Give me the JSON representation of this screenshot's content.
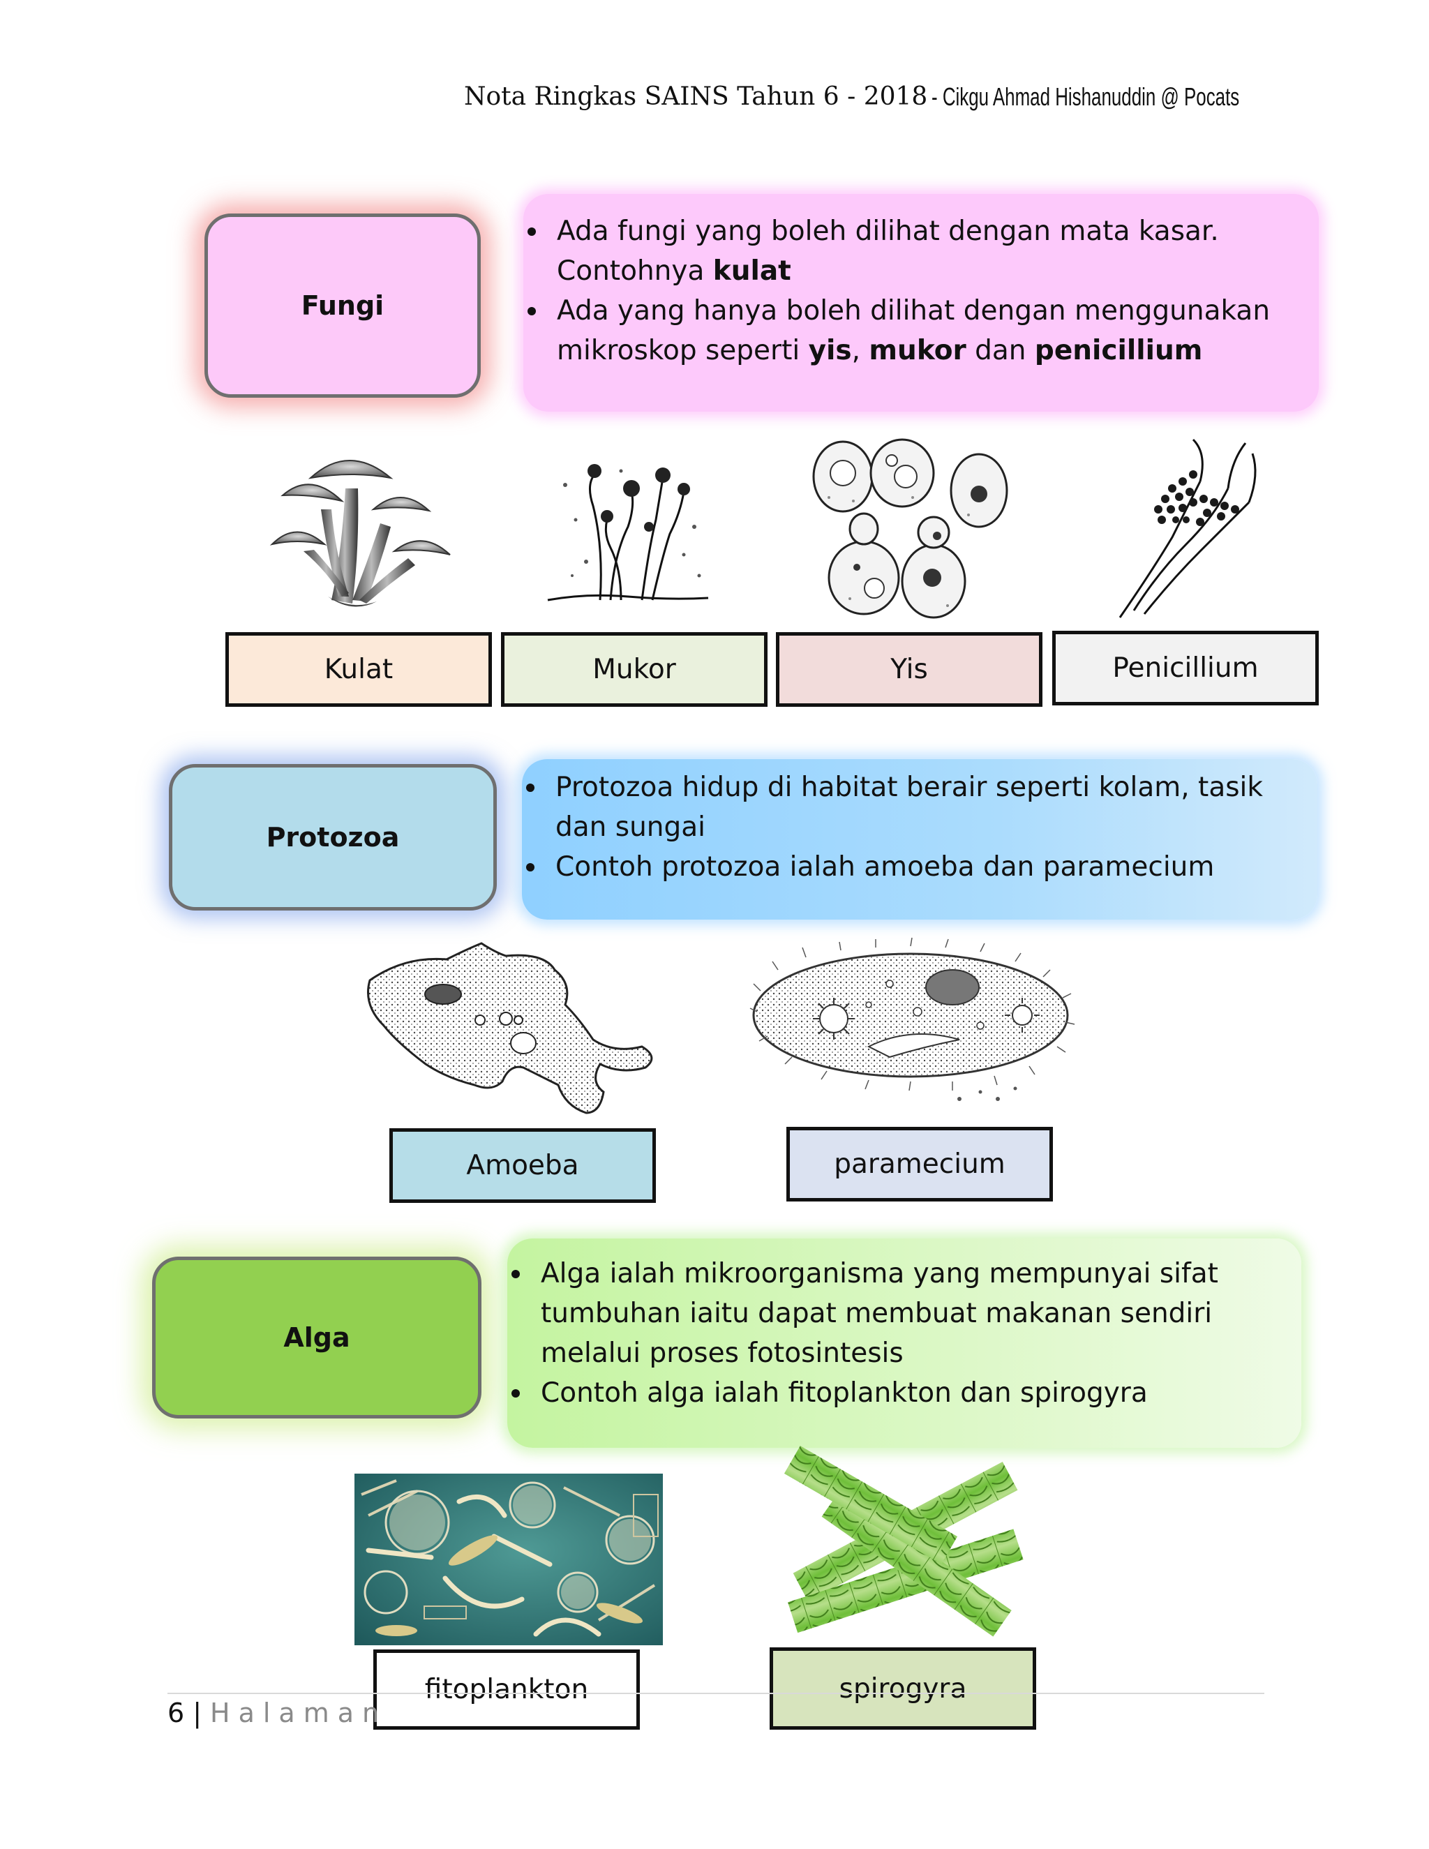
{
  "header": {
    "title": "Nota Ringkas SAINS Tahun 6 - 2018",
    "author": "- Cikgu Ahmad Hishanuddin @ Pocats"
  },
  "sections": {
    "fungi": {
      "title": "Fungi",
      "bullets": [
        [
          "Ada fungi  yang boleh dilihat dengan mata kasar. Contohnya ",
          "kulat",
          ""
        ],
        [
          "Ada yang hanya boleh dilihat dengan menggunakan mikroskop seperti ",
          "yis",
          ", ",
          "mukor",
          " dan ",
          "penicillium"
        ]
      ],
      "labels": [
        "Kulat",
        "Mukor",
        "Yis",
        "Penicillium"
      ],
      "label_colors": [
        "#fce9d9",
        "#eaf1dd",
        "#f2dcdb",
        "#f2f2f2"
      ]
    },
    "protozoa": {
      "title": "Protozoa",
      "bullets": [
        "Protozoa hidup di habitat berair seperti kolam, tasik dan sungai",
        "Contoh protozoa ialah amoeba dan paramecium"
      ],
      "labels": [
        "Amoeba",
        "paramecium"
      ],
      "label_colors": [
        "#b6dde8",
        "#dbe2f1"
      ]
    },
    "alga": {
      "title": "Alga",
      "bullets": [
        "Alga ialah mikroorganisma yang mempunyai sifat tumbuhan iaitu dapat membuat makanan sendiri melalui proses fotosintesis",
        "Contoh alga ialah fitoplankton dan spirogyra"
      ],
      "labels": [
        "fitoplankton",
        "spirogyra"
      ],
      "label_colors": [
        "#eaf1dd",
        "#d7e4bd"
      ]
    }
  },
  "footer": {
    "page": "6",
    "separator": "|",
    "label": "Halaman"
  }
}
